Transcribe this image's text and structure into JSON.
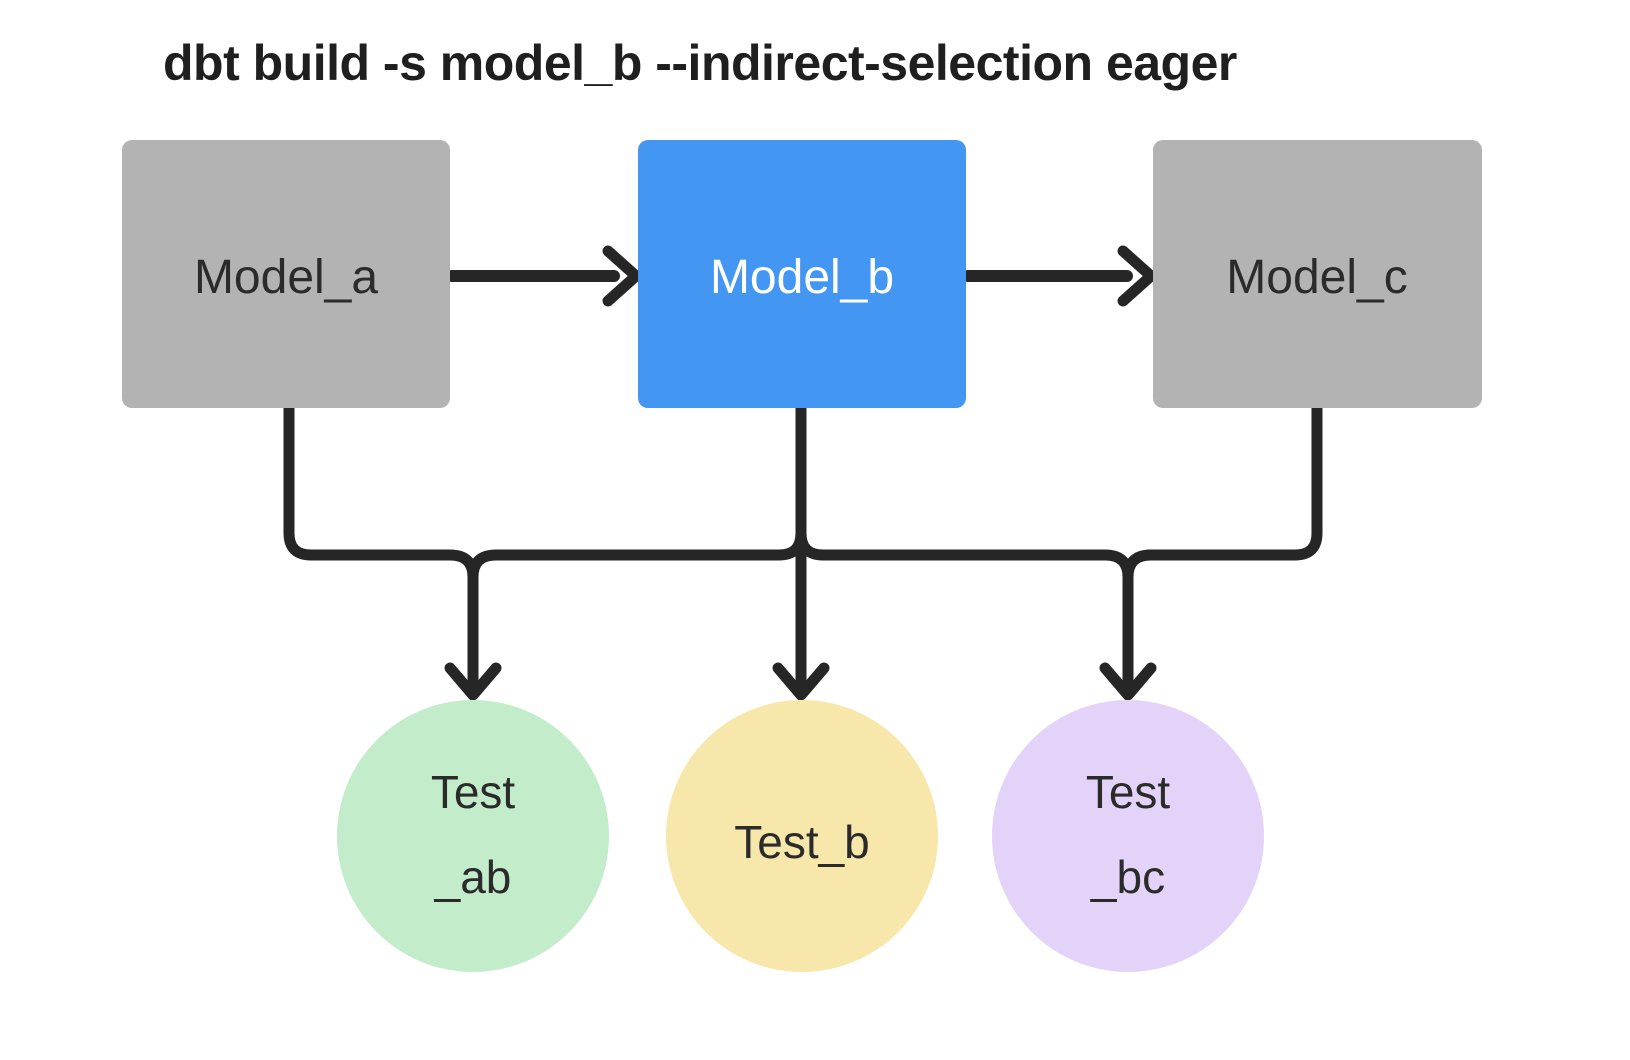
{
  "title": "dbt build -s model_b --indirect-selection eager",
  "nodes": {
    "model_a": {
      "label": "Model_a",
      "type": "model"
    },
    "model_b": {
      "label": "Model_b",
      "type": "model",
      "selected": true
    },
    "model_c": {
      "label": "Model_c",
      "type": "model"
    },
    "test_ab": {
      "line1": "Test",
      "line2": "_ab",
      "type": "test"
    },
    "test_b": {
      "label": "Test_b",
      "type": "test"
    },
    "test_bc": {
      "line1": "Test",
      "line2": "_bc",
      "type": "test"
    }
  },
  "edges": [
    {
      "from": "model_a",
      "to": "model_b"
    },
    {
      "from": "model_b",
      "to": "model_c"
    },
    {
      "from": "model_a",
      "to": "test_ab"
    },
    {
      "from": "model_b",
      "to": "test_ab"
    },
    {
      "from": "model_b",
      "to": "test_b"
    },
    {
      "from": "model_b",
      "to": "test_bc"
    },
    {
      "from": "model_c",
      "to": "test_bc"
    }
  ],
  "colors": {
    "model_default": "#b3b3b3",
    "model_selected": "#4496f3",
    "test_ab": "#c3edca",
    "test_b": "#f8e7aa",
    "test_bc": "#e4d3f8",
    "edge": "#262626",
    "text_dark": "#2b2b2b",
    "text_light": "#ffffff",
    "background": "#ffffff"
  }
}
